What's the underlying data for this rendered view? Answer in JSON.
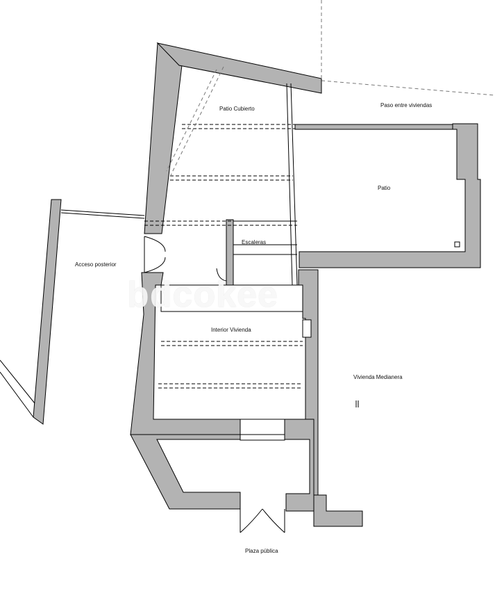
{
  "labels": {
    "patio_cubierto": "Patio Cubierto",
    "paso_entre_viviendas": "Paso entre viviendas",
    "patio": "Patio",
    "escaleras": "Escaleras",
    "acceso_posterior": "Acceso posterior",
    "interior_vivienda": "Interior Vivienda",
    "vivienda_medianera": "Vivienda Medianera",
    "plaza_publica": "Plaza pública"
  },
  "watermark": "bdcokee",
  "colors": {
    "wall": "#b3b3b3",
    "line": "#000000",
    "background": "#ffffff"
  }
}
